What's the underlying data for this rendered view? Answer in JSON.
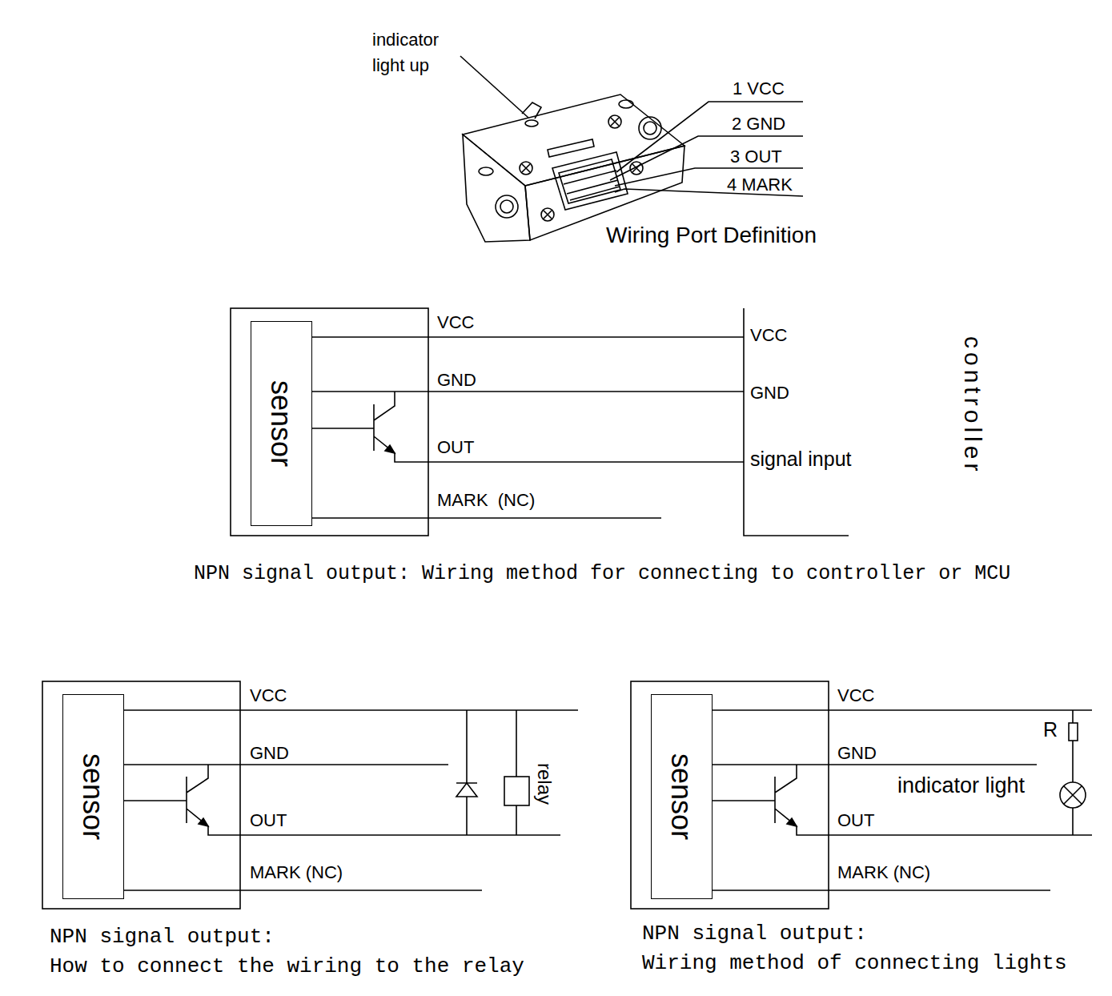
{
  "diagram": {
    "nodes": [
      {
        "text": [
          "sensor"
        ]
      },
      {
        "text": [
          "sensor"
        ]
      },
      {
        "text": [
          "sensor"
        ]
      }
    ],
    "labels": [
      "indicator light up",
      "1 VCC",
      "2 GND",
      "3 OUT",
      "4 MARK",
      "Wiring Port Definition",
      "VCC",
      "GND",
      "OUT",
      "MARK  (NC)",
      "VCC",
      "GND",
      "signal input",
      "controller",
      "NPN signal output: Wiring method for connecting to controller or MCU",
      "VCC",
      "GND",
      "OUT",
      "MARK (NC)",
      "relay",
      "NPN signal output: How to connect the wiring to the relay",
      "VCC",
      "GND",
      "OUT",
      "MARK (NC)",
      "R",
      "indicator light",
      "NPN signal output: Wiring method of connecting lights"
    ]
  }
}
